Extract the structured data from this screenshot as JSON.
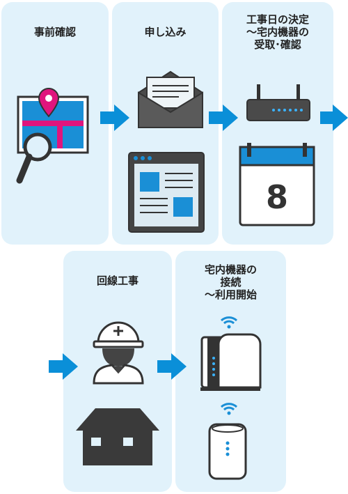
{
  "steps": [
    {
      "title": "事前確認"
    },
    {
      "title": "申し込み"
    },
    {
      "title": "工事日の決定\n～宅内機器の\n受取･確認"
    },
    {
      "title": "回線工事"
    },
    {
      "title": "宅内機器の\n接続\n～利用開始"
    }
  ],
  "calendar": {
    "day": "8"
  },
  "colors": {
    "card": "#e1f2fb",
    "arrow": "#0a8fd8",
    "accent": "#1a8fd6",
    "dark": "#3a3a3a",
    "pin": "#e0157d"
  }
}
